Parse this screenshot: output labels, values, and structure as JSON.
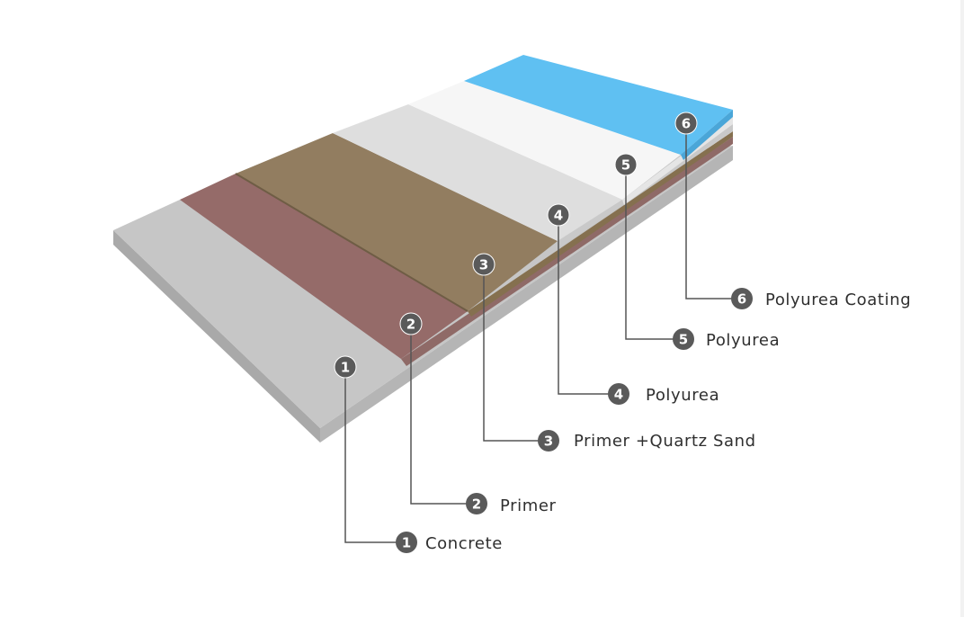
{
  "layers": [
    {
      "number": "1",
      "label": "Concrete",
      "color": "#c6c6c6"
    },
    {
      "number": "2",
      "label": "Primer",
      "color": "#956b69"
    },
    {
      "number": "3",
      "label": "Primer +Quartz Sand",
      "color": "#927d60"
    },
    {
      "number": "4",
      "label": "Polyurea",
      "color": "#dedede"
    },
    {
      "number": "5",
      "label": "Polyurea",
      "color": "#f6f6f6"
    },
    {
      "number": "6",
      "label": "Polyurea Coating",
      "color": "#5fc0f2"
    }
  ],
  "badge_color": "#5a5a5a"
}
